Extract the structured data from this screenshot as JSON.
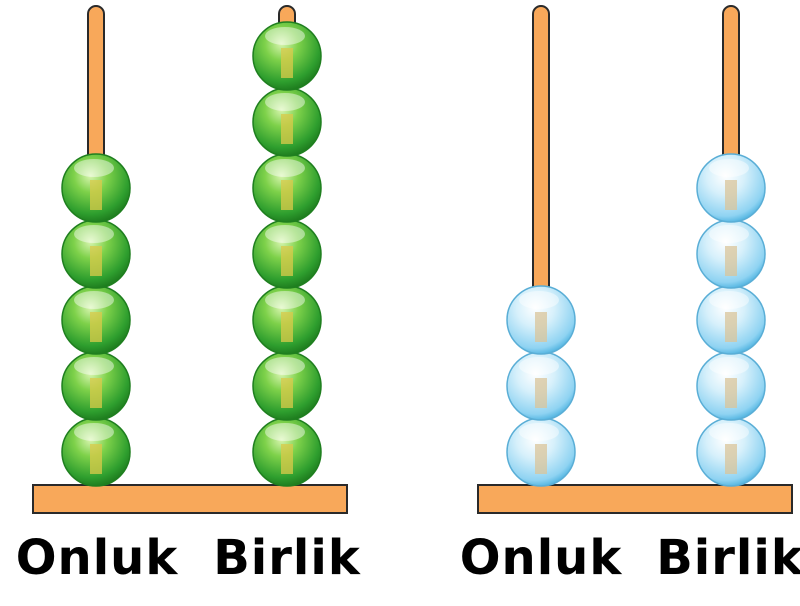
{
  "colors": {
    "rod": "#F8A85A",
    "rod_stroke": "#2a2a2a",
    "base": "#F8A85A",
    "green_bead": "#3CB43C",
    "blue_bead": "#8FD3F2"
  },
  "abacuses": [
    {
      "bead_color": "green",
      "rods": [
        {
          "label": "Onluk",
          "beads": 5
        },
        {
          "label": "Birlik",
          "beads": 7
        }
      ]
    },
    {
      "bead_color": "blue",
      "rods": [
        {
          "label": "Onluk",
          "beads": 3
        },
        {
          "label": "Birlik",
          "beads": 5
        }
      ]
    }
  ]
}
